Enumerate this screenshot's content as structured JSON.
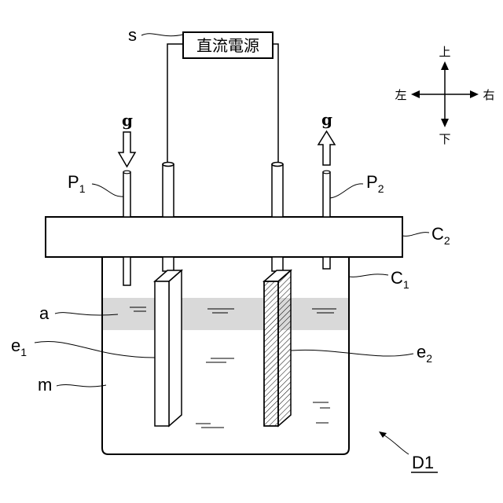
{
  "power_supply": {
    "label": "直流電源",
    "ref": "s"
  },
  "gas_in": {
    "label": "g",
    "port": "P",
    "sub": "1"
  },
  "gas_out": {
    "label": "g",
    "port": "P",
    "sub": "2"
  },
  "lid": {
    "ref": "C",
    "sub": "2"
  },
  "container": {
    "ref": "C",
    "sub": "1"
  },
  "layer": {
    "ref": "a"
  },
  "medium": {
    "ref": "m"
  },
  "electrode1": {
    "ref": "e",
    "sub": "1"
  },
  "electrode2": {
    "ref": "e",
    "sub": "2"
  },
  "device": {
    "ref": "D1"
  },
  "directions": {
    "up": "上",
    "down": "下",
    "left": "左",
    "right": "右"
  },
  "colors": {
    "line": "#000000",
    "layer_fill": "#d9d9d9"
  }
}
